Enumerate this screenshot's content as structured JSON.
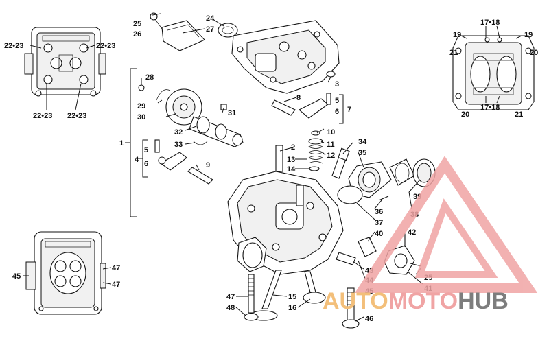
{
  "watermark": {
    "part1": "AUTO",
    "part2": "MOTO",
    "part3": "HUB",
    "color_main": "#f0a4a4",
    "color_accent": "#f3bf7a",
    "color_dark": "#7d7d7d"
  },
  "callouts": {
    "c1": "1",
    "c2": "2",
    "c3": "3",
    "c4": "4",
    "c5a": "5",
    "c5b": "5",
    "c6a": "6",
    "c6b": "6",
    "c7": "7",
    "c8": "8",
    "c9": "9",
    "c10": "10",
    "c11": "11",
    "c12": "12",
    "c13": "13",
    "c14": "14",
    "c15": "15",
    "c16": "16",
    "c24": "24",
    "c25a": "25",
    "c25b": "25",
    "c26": "26",
    "c27": "27",
    "c28": "28",
    "c29": "29",
    "c30": "30",
    "c31": "31",
    "c32": "32",
    "c33": "33",
    "c34": "34",
    "c35": "35",
    "c36": "36",
    "c37": "37",
    "c38": "38",
    "c39": "39",
    "c40": "40",
    "c41": "41",
    "c42": "42",
    "c43": "43",
    "c44": "44",
    "c45a": "45",
    "c45b": "45",
    "c46": "46",
    "c47a": "47",
    "c47b": "47",
    "c47c": "47",
    "c48": "48",
    "tl1": "22•23",
    "tl2": "22•23",
    "tl3": "22•23",
    "tl4": "22•23",
    "tr1": "17•18",
    "tr2": "17•18",
    "tr19a": "19",
    "tr19b": "19",
    "tr21a": "21",
    "tr21b": "21",
    "tr20a": "20",
    "tr20b": "20"
  }
}
